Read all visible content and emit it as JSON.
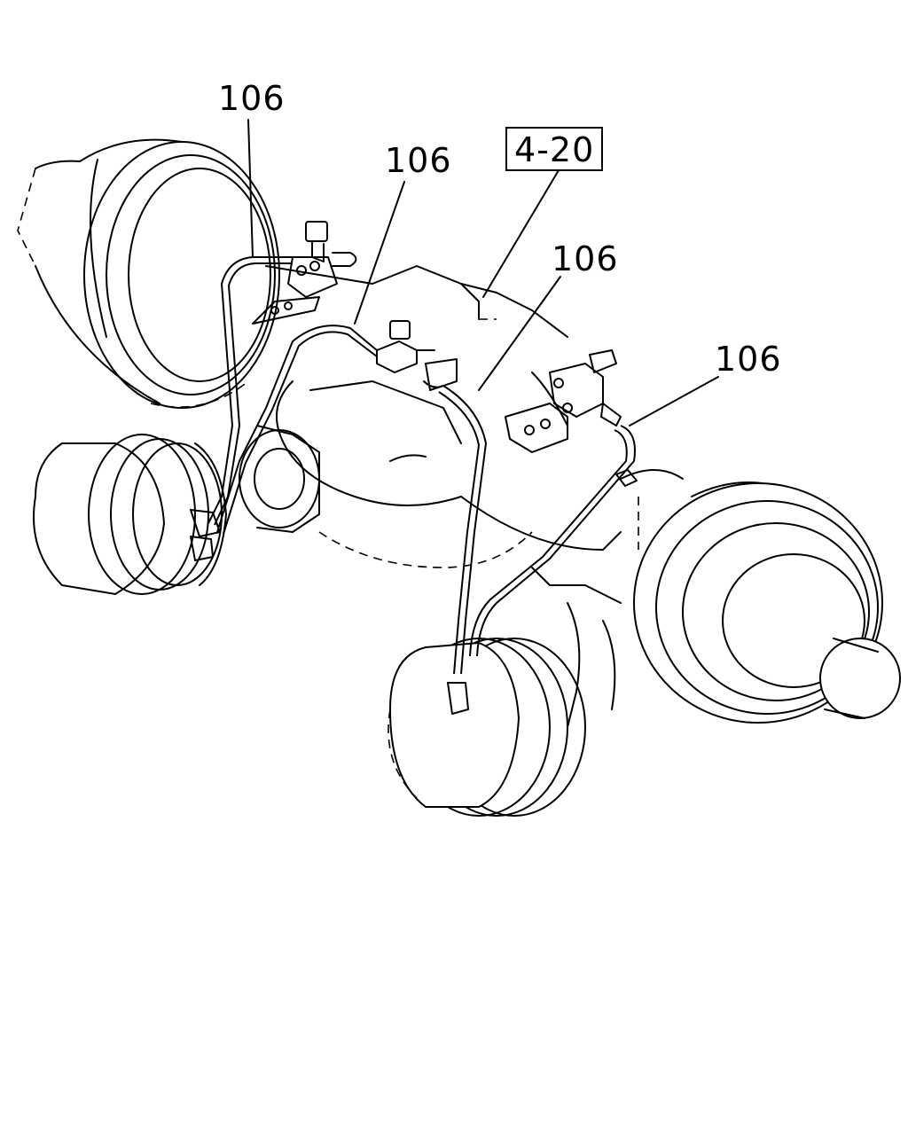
{
  "callouts": {
    "pipe_top_left": "106",
    "pipe_top_center": "106",
    "reference_box": "4-20",
    "pipe_center_right": "106",
    "pipe_right": "106"
  }
}
